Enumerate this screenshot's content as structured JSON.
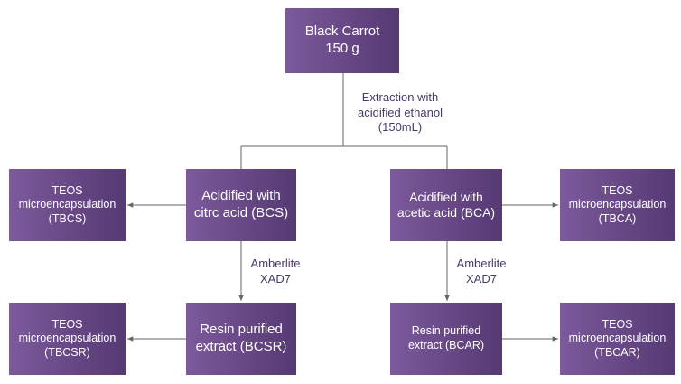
{
  "boxes": {
    "black_carrot": [
      "Black Carrot",
      "150 g"
    ],
    "bcs": [
      "Acidified with",
      "citrc acid  (BCS)"
    ],
    "bca": [
      "Acidified with",
      "acetic acid (BCA)"
    ],
    "tbcs": [
      "TEOS",
      "microencapsulation",
      "(TBCS)"
    ],
    "tbca": [
      "TEOS",
      "microencapsulation",
      "(TBCA)"
    ],
    "bcsr": [
      "Resin purified",
      "extract (BCSR)"
    ],
    "bcar": [
      "Resin purified",
      "extract (BCAR)"
    ],
    "tbcsr": [
      "TEOS",
      "microencapsulation",
      "(TBCSR)"
    ],
    "tbcar": [
      "TEOS",
      "microencapsulation",
      "(TBCAR)"
    ]
  },
  "labels": {
    "extraction": [
      "Extraction with",
      "acidified ethanol",
      "(150mL)"
    ],
    "amberlite_left": [
      "Amberlite",
      "XAD7"
    ],
    "amberlite_right": [
      "Amberlite",
      "XAD7"
    ]
  },
  "colors": {
    "box_light": "#7c5a9c",
    "box_dark": "#553a73",
    "connector": "#666666",
    "label_text": "#4a3868"
  }
}
